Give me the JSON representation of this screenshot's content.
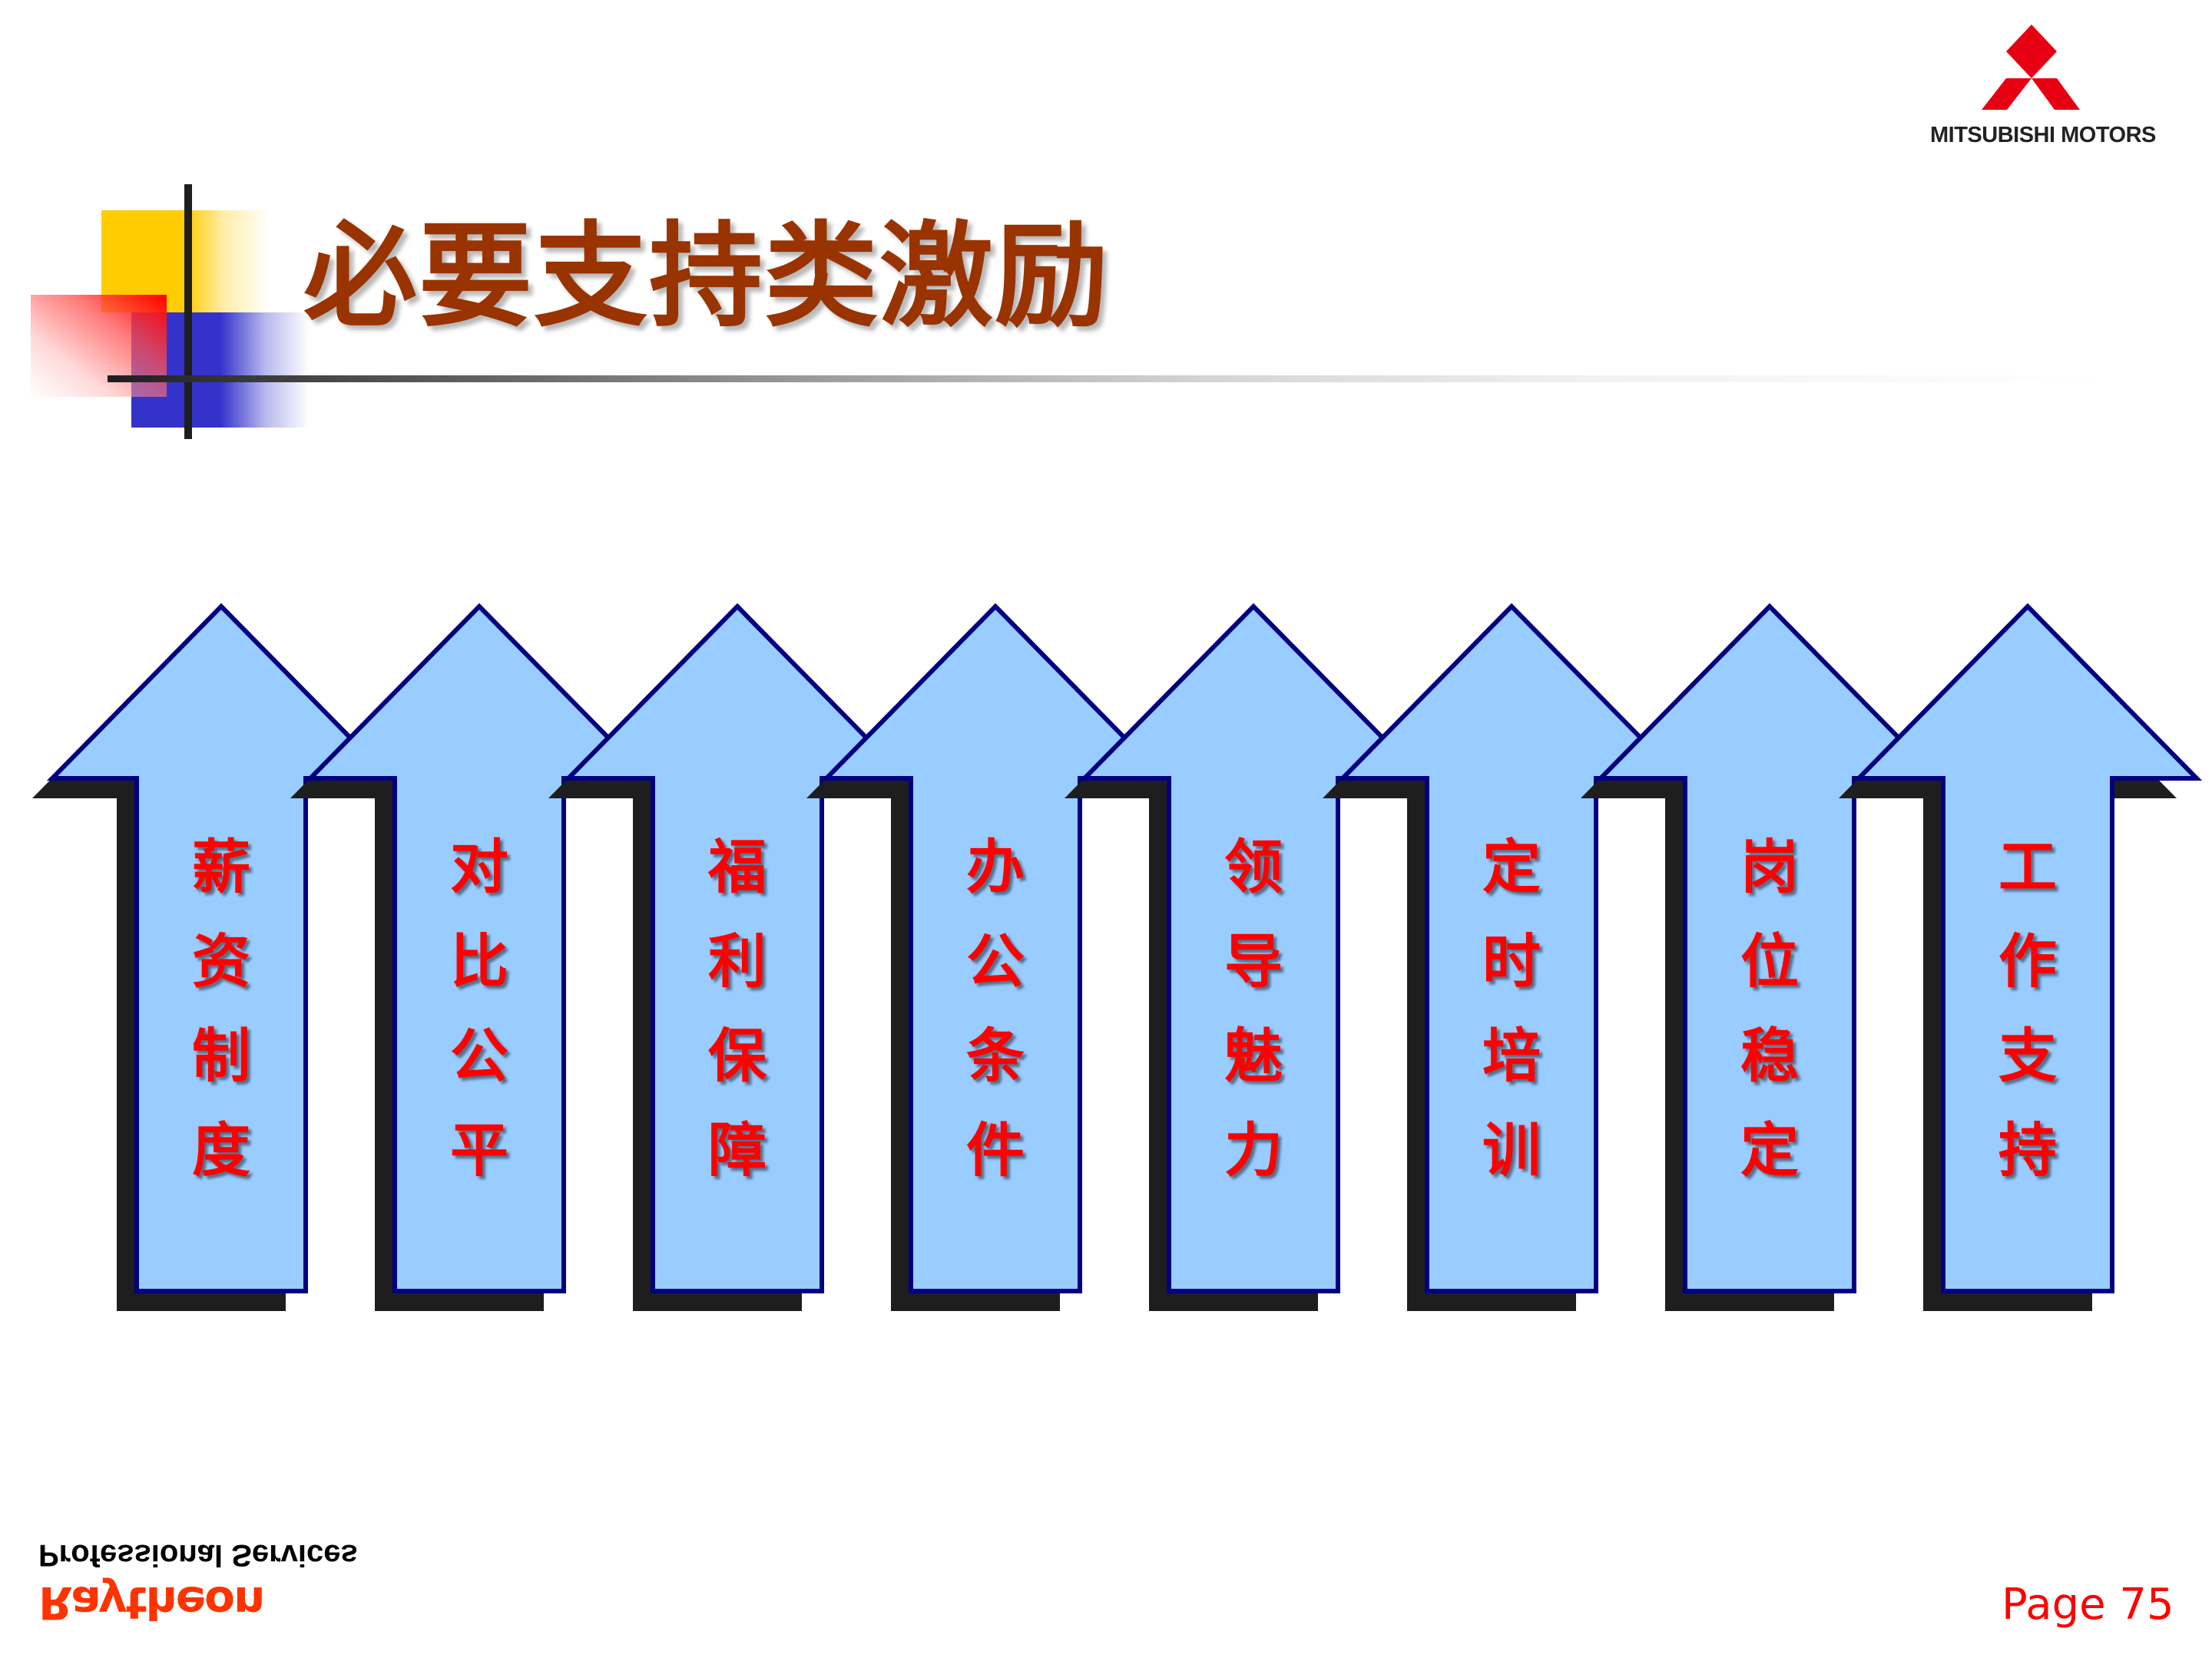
{
  "slide": {
    "title": "必要支持类激励",
    "page_label": "Page 75",
    "colors": {
      "title": "#993300",
      "arrow_fill": "#99ccff",
      "arrow_stroke": "#000080",
      "arrow_shadow": "#1e1e1e",
      "label_text": "#ff0000",
      "page_label": "#ff0000",
      "raytheon": "#ff3300"
    }
  },
  "logo": {
    "icon": "three-diamonds-icon",
    "text": "MITSUBISHI MOTORS",
    "color": "#e60012"
  },
  "footer": {
    "services_text": "Professional Services",
    "brand_text": "Raytheon"
  },
  "arrows": [
    {
      "label": "薪资制度",
      "chars": [
        "薪",
        "资",
        "制",
        "度"
      ]
    },
    {
      "label": "对比公平",
      "chars": [
        "对",
        "比",
        "公",
        "平"
      ]
    },
    {
      "label": "福利保障",
      "chars": [
        "福",
        "利",
        "保",
        "障"
      ]
    },
    {
      "label": "办公条件",
      "chars": [
        "办",
        "公",
        "条",
        "件"
      ]
    },
    {
      "label": "领导魅力",
      "chars": [
        "领",
        "导",
        "魅",
        "力"
      ]
    },
    {
      "label": "定时培训",
      "chars": [
        "定",
        "时",
        "培",
        "训"
      ]
    },
    {
      "label": "岗位稳定",
      "chars": [
        "岗",
        "位",
        "稳",
        "定"
      ]
    },
    {
      "label": "工作支持",
      "chars": [
        "工",
        "作",
        "支",
        "持"
      ]
    }
  ]
}
